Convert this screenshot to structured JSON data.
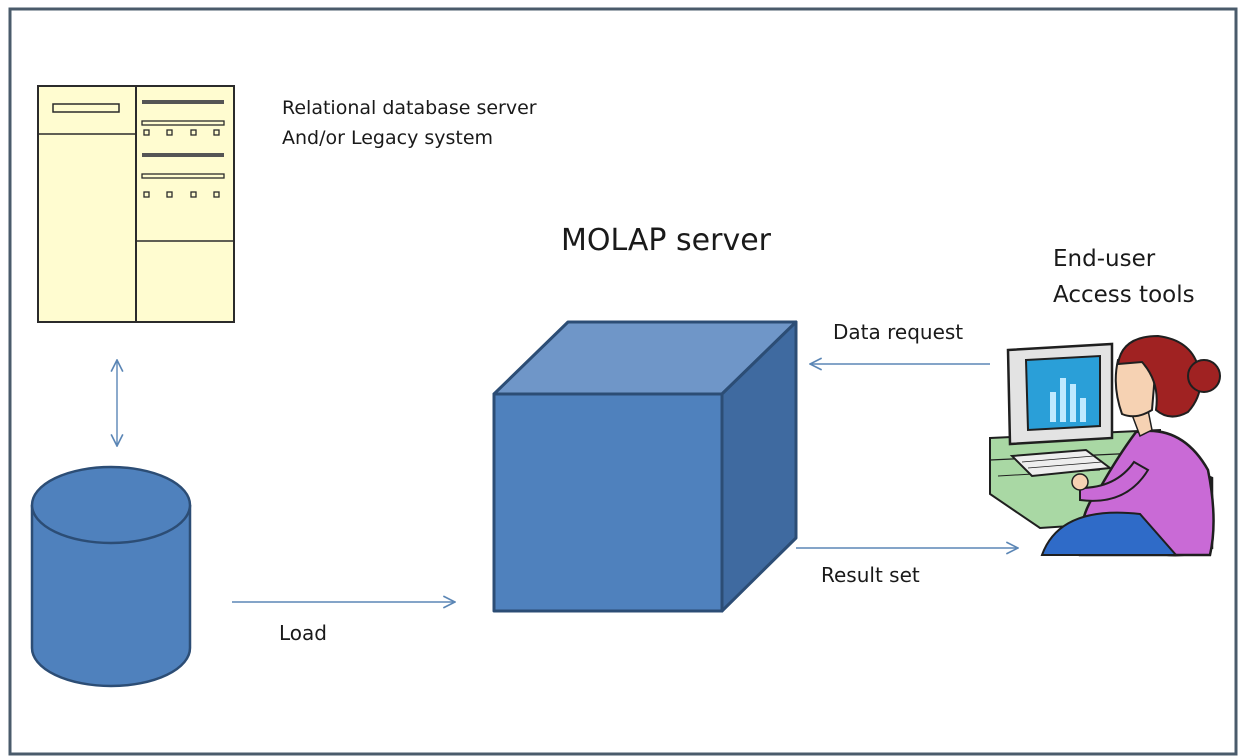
{
  "diagram": {
    "source_label": {
      "line1": "Relational database server",
      "line2": "And/or  Legacy system"
    },
    "server_label": "MOLAP server",
    "enduser_label": {
      "line1": "End-user",
      "line2": "Access tools"
    },
    "edges": {
      "load": "Load",
      "data_request": "Data request",
      "result_set": "Result set"
    }
  },
  "colors": {
    "frame": "#4a5b6b",
    "cube_front": "#4f81bd",
    "cube_top": "#6f96c8",
    "cube_side": "#3f6aa0",
    "cube_stroke": "#2c4d75",
    "cylinder": "#4f81bd",
    "server_fill": "#fffcd0",
    "arrow": "#5b86b5",
    "chart_bars": "#2a9fd8",
    "shirt": "#c96ad6",
    "hair": "#a02222"
  },
  "icons": {
    "server": "server-rack-icon",
    "database": "database-cylinder-icon",
    "cube": "molap-cube-icon",
    "user": "user-at-computer-icon"
  }
}
